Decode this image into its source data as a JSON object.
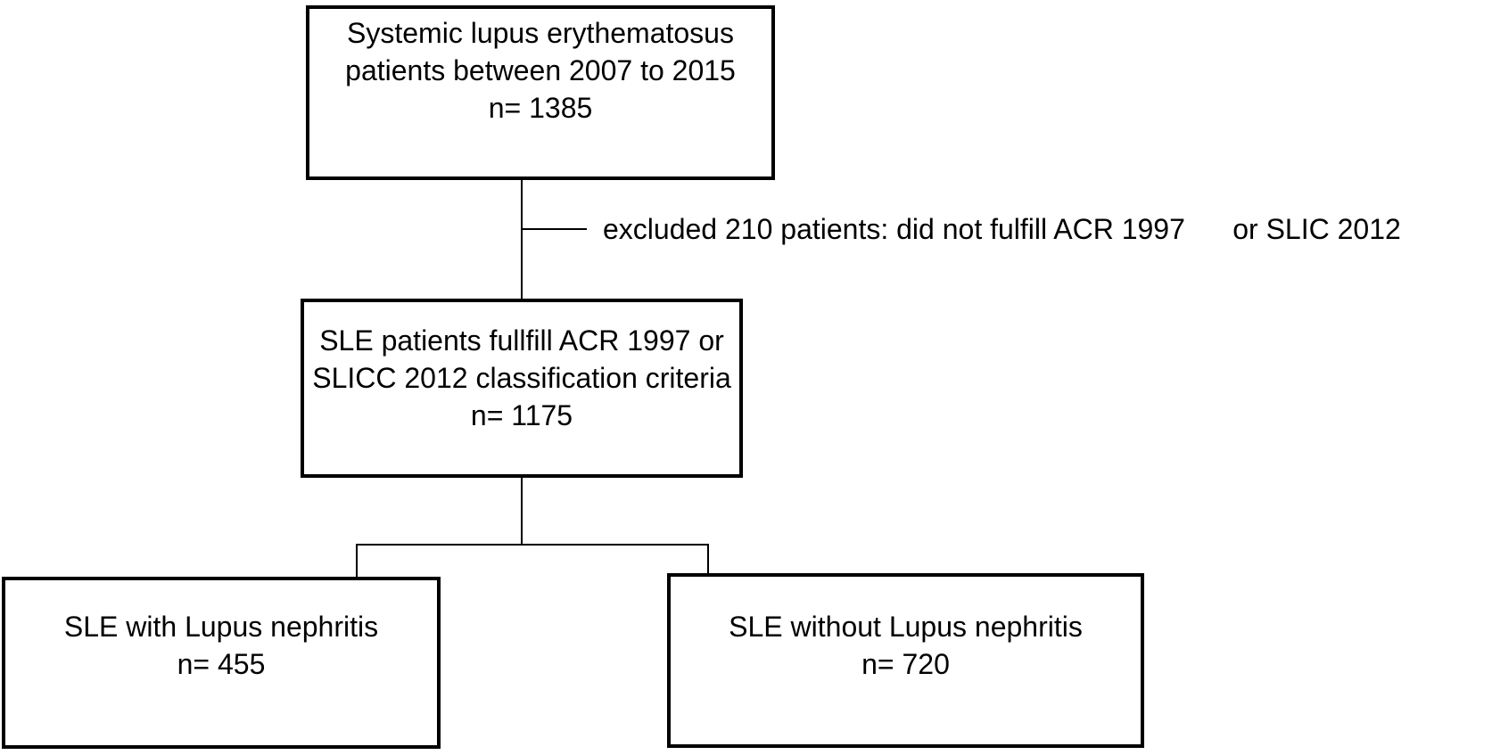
{
  "colors": {
    "background": "#ffffff",
    "box_border": "#000000",
    "connector": "#000000",
    "text": "#000000"
  },
  "boxes": {
    "total": {
      "lines": [
        "Systemic lupus erythematosus",
        "patients between 2007 to 2015",
        "n= 1385"
      ]
    },
    "fulfill": {
      "lines": [
        "SLE patients fullfill ACR 1997 or",
        "SLICC 2012 classification criteria",
        "n= 1175"
      ]
    },
    "with_ln": {
      "lines": [
        "SLE with Lupus nephritis",
        "n= 455"
      ]
    },
    "without_ln": {
      "lines": [
        "SLE without Lupus nephritis",
        "n= 720"
      ]
    }
  },
  "annotations": {
    "exclusion": "excluded 210 patients: did not fulfill ACR 1997      or SLIC 2012"
  }
}
